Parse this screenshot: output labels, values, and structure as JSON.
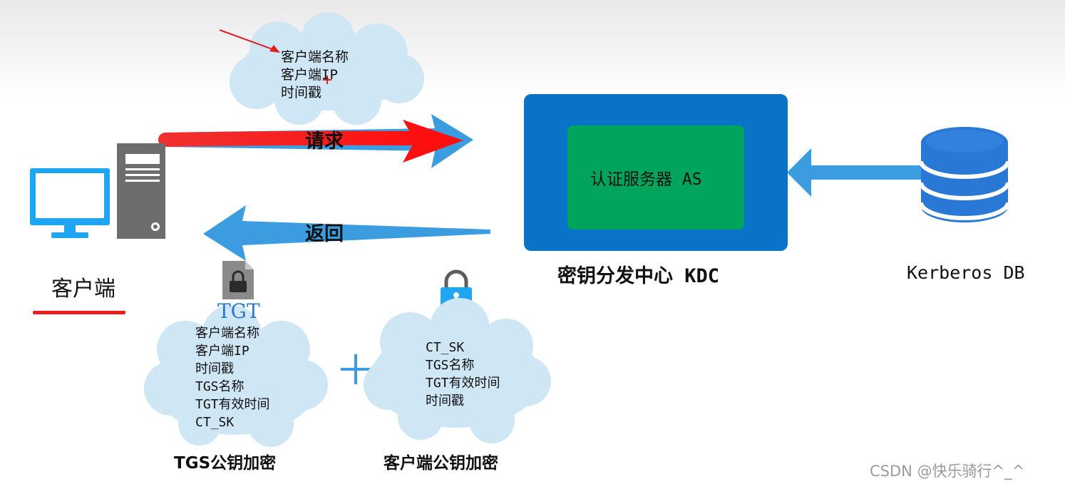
{
  "client": {
    "label": "客户端"
  },
  "request": {
    "label": "请求"
  },
  "response": {
    "label": "返回"
  },
  "request_cloud": {
    "lines": [
      "客户端名称",
      "客户端IP",
      "时间戳"
    ]
  },
  "kdc": {
    "label": "密钥分发中心 KDC",
    "as_label": "认证服务器 AS"
  },
  "database": {
    "label": "Kerberos DB"
  },
  "tgt": {
    "title": "TGT",
    "lines": [
      "客户端名称",
      "客户端IP",
      "时间戳",
      "TGS名称",
      "TGT有效时间",
      "CT_SK"
    ],
    "caption": "TGS公钥加密"
  },
  "plus": "+",
  "session_cloud": {
    "lines": [
      "CT_SK",
      "TGS名称",
      "TGT有效时间",
      "时间戳"
    ],
    "caption": "客户端公钥加密"
  },
  "watermark": "CSDN @快乐骑行^_^",
  "colors": {
    "arrow_blue": "#3b9de0",
    "highlight_red": "#ee1c1c",
    "kdc_blue": "#0873c7",
    "as_green": "#00a45a",
    "cloud_fill": "#cfe6f5",
    "monitor_blue": "#1ea6f2",
    "tower_gray": "#6d6d6d",
    "db_blue": "#2a78d6"
  },
  "icons": [
    "monitor-icon",
    "computer-tower-icon",
    "database-icon",
    "file-lock-icon",
    "padlock-icon"
  ]
}
